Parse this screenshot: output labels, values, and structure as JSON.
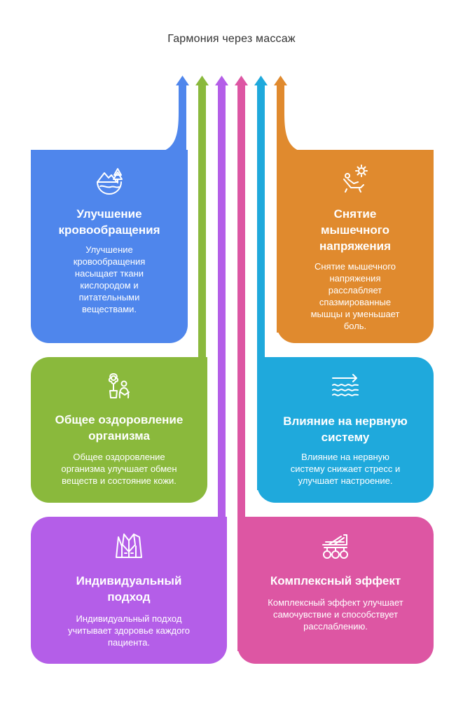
{
  "title": "Гармония через массаж",
  "colors": {
    "blue": "#4f86ec",
    "green": "#8ab93c",
    "purple": "#b45ee8",
    "pink": "#dd56a3",
    "cyan": "#1fa9dc",
    "orange": "#e08a2e"
  },
  "cards": {
    "circulation": {
      "icon": "landscape-globe-icon",
      "title_lines": [
        "Улучшение",
        "кровообращения"
      ],
      "desc_lines": [
        "Улучшение",
        "кровообращения",
        "насыщает ткани",
        "кислородом и",
        "питательными",
        "веществами."
      ]
    },
    "muscle": {
      "icon": "relaxing-sun-icon",
      "title_lines": [
        "Снятие",
        "мышечного",
        "напряжения"
      ],
      "desc_lines": [
        "Снятие мышечного",
        "напряжения",
        "расслабляет",
        "спазмированные",
        "мышцы и уменьшает",
        "боль."
      ]
    },
    "health": {
      "icon": "flower-person-icon",
      "title_lines": [
        "Общее оздоровление",
        "организма"
      ],
      "desc_lines": [
        "Общее оздоровление",
        "организма улучшает обмен",
        "веществ и состояние кожи."
      ]
    },
    "nervous": {
      "icon": "waves-arrow-icon",
      "title_lines": [
        "Влияние на нервную",
        "систему"
      ],
      "desc_lines": [
        "Влияние на нервную",
        "систему снижает стресс и",
        "улучшает настроение."
      ]
    },
    "individual": {
      "icon": "jacket-icon",
      "title_lines": [
        "Индивидуальный",
        "подход"
      ],
      "desc_lines": [
        "Индивидуальный подход",
        "учитывает здоровье каждого",
        "пациента."
      ]
    },
    "complex": {
      "icon": "massage-roller-icon",
      "title_lines": [
        "Комплексный эффект"
      ],
      "desc_lines": [
        "Комплексный эффект улучшает",
        "самочувствие и способствует",
        "расслаблению."
      ]
    }
  }
}
